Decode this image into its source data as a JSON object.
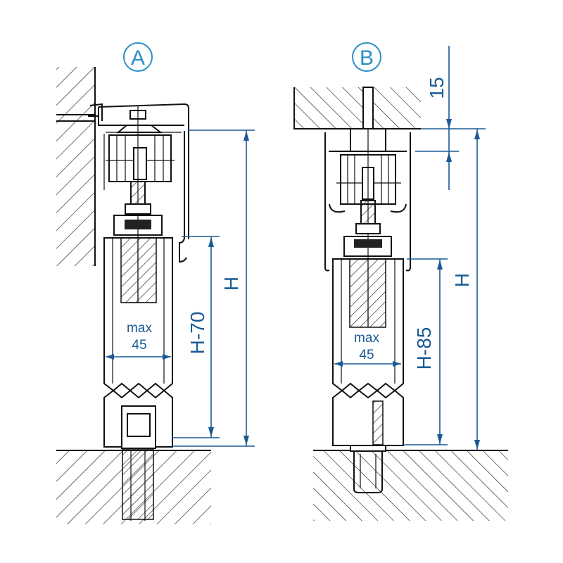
{
  "diagram_a": {
    "badge": "A",
    "dim_total": "H",
    "dim_door": "H-70",
    "thickness_label": "max",
    "thickness_value": "45"
  },
  "diagram_b": {
    "badge": "B",
    "dim_gap": "15",
    "dim_total": "H",
    "dim_door": "H-85",
    "thickness_label": "max",
    "thickness_value": "45"
  },
  "colors": {
    "dimension": "#1a5a96",
    "badge": "#2a90c8",
    "line": "#111111"
  }
}
